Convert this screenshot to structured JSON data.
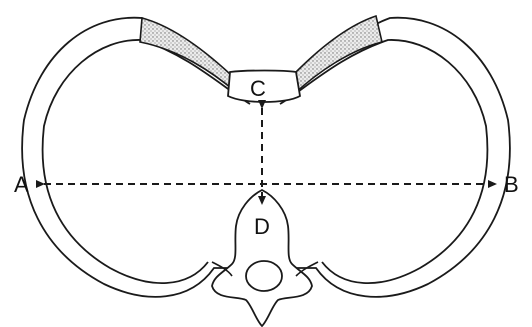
{
  "labels": {
    "a": "A",
    "b": "B",
    "c": "C",
    "d": "D"
  },
  "colors": {
    "stroke": "#1a1a1a",
    "fill": "#ffffff",
    "cartilage": "#d9d9d9"
  }
}
